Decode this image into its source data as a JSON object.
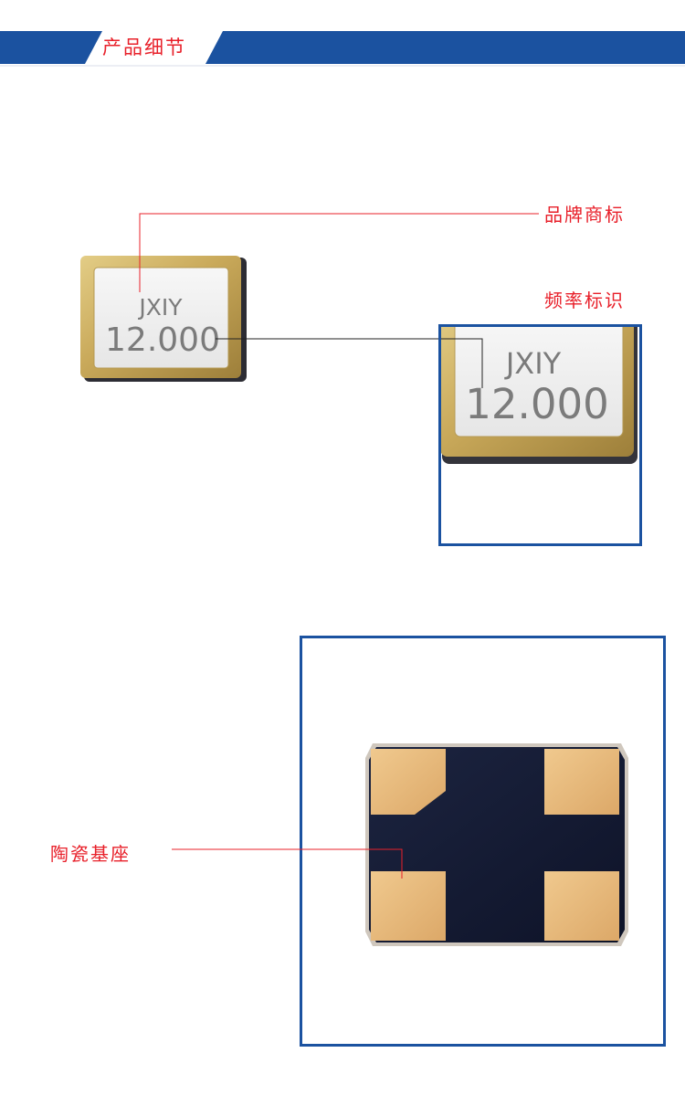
{
  "header": {
    "title": "产品细节"
  },
  "chip": {
    "brand": "JXIY",
    "frequency": "12.000"
  },
  "callouts": {
    "brand": "品牌商标",
    "frequency": "频率标识",
    "base": "陶瓷基座"
  },
  "colors": {
    "brand_blue": "#1b52a0",
    "accent_red": "#e8202a"
  }
}
